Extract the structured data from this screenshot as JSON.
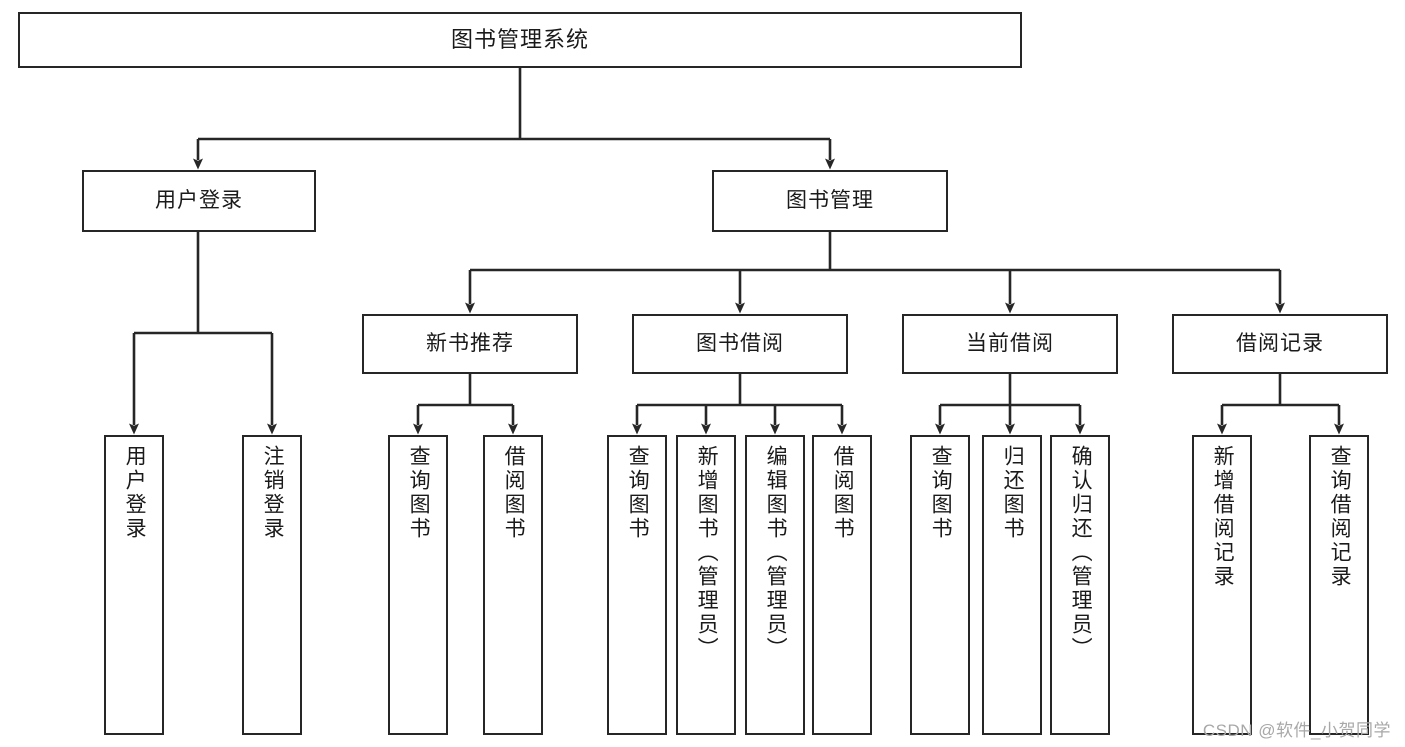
{
  "diagram": {
    "type": "tree-hierarchy",
    "title": "图书管理系统",
    "orientation": "top-down",
    "edge_style": "orthogonal-arrow",
    "colors": {
      "box_border": "#262626",
      "box_fill": "#ffffff",
      "edge": "#262626",
      "text": "#1a1a1a",
      "watermark": "#a8a8a8",
      "background": "#ffffff"
    }
  },
  "nodes": {
    "root": {
      "label": "图书管理系统",
      "level": 0
    },
    "level1": [
      {
        "id": "user-login",
        "label": "用户登录"
      },
      {
        "id": "book-manage",
        "label": "图书管理"
      }
    ],
    "level2": [
      {
        "id": "new-book-recommend",
        "label": "新书推荐",
        "parent": "book-manage"
      },
      {
        "id": "book-borrow",
        "label": "图书借阅",
        "parent": "book-manage"
      },
      {
        "id": "current-borrow",
        "label": "当前借阅",
        "parent": "book-manage"
      },
      {
        "id": "borrow-record",
        "label": "借阅记录",
        "parent": "book-manage"
      }
    ],
    "leaves": {
      "user-login": [
        {
          "id": "leaf-user-login",
          "label": "用户登录"
        },
        {
          "id": "leaf-user-logout",
          "label": "注销登录"
        }
      ],
      "new-book-recommend": [
        {
          "id": "leaf-query-book-1",
          "label": "查询图书"
        },
        {
          "id": "leaf-borrow-book-1",
          "label": "借阅图书"
        }
      ],
      "book-borrow": [
        {
          "id": "leaf-query-book-2",
          "label": "查询图书"
        },
        {
          "id": "leaf-add-book",
          "label": "新增图书（管理员）"
        },
        {
          "id": "leaf-edit-book",
          "label": "编辑图书（管理员）"
        },
        {
          "id": "leaf-borrow-book-2",
          "label": "借阅图书"
        }
      ],
      "current-borrow": [
        {
          "id": "leaf-query-book-3",
          "label": "查询图书"
        },
        {
          "id": "leaf-return-book",
          "label": "归还图书"
        },
        {
          "id": "leaf-confirm-return",
          "label": "确认归还（管理员）"
        }
      ],
      "borrow-record": [
        {
          "id": "leaf-add-record",
          "label": "新增借阅记录"
        },
        {
          "id": "leaf-query-record",
          "label": "查询借阅记录"
        }
      ]
    }
  },
  "watermark": {
    "text": "CSDN @软件_小贺同学"
  }
}
